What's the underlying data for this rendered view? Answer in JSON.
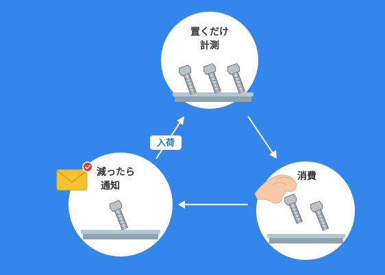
{
  "steps": {
    "measure": {
      "line1": "置くだけ",
      "line2": "計測"
    },
    "consume": {
      "line1": "消費"
    },
    "notify": {
      "line1": "減ったら",
      "line2": "通知"
    }
  },
  "badge": {
    "label": "入荷"
  },
  "colors": {
    "background": "#3387ec",
    "circle": "#ffffff",
    "tray": "#8fa2ad",
    "envelope": "#f2c230",
    "check": "#e53935"
  }
}
